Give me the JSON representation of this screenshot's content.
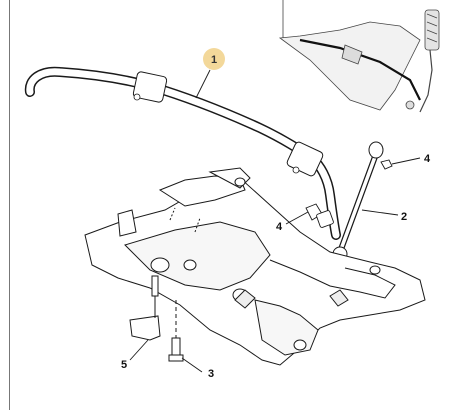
{
  "callouts": {
    "c1": "1",
    "c2": "2",
    "c3": "3",
    "c4a": "4",
    "c4b": "4",
    "c5": "5"
  },
  "colors": {
    "line": "#1a1a1a",
    "part_fill": "#ffffff",
    "highlight_fill": "#f3d89a",
    "inset_shade": "#dcdcdc"
  },
  "icons": {
    "highlight": "callout-circle-icon"
  }
}
